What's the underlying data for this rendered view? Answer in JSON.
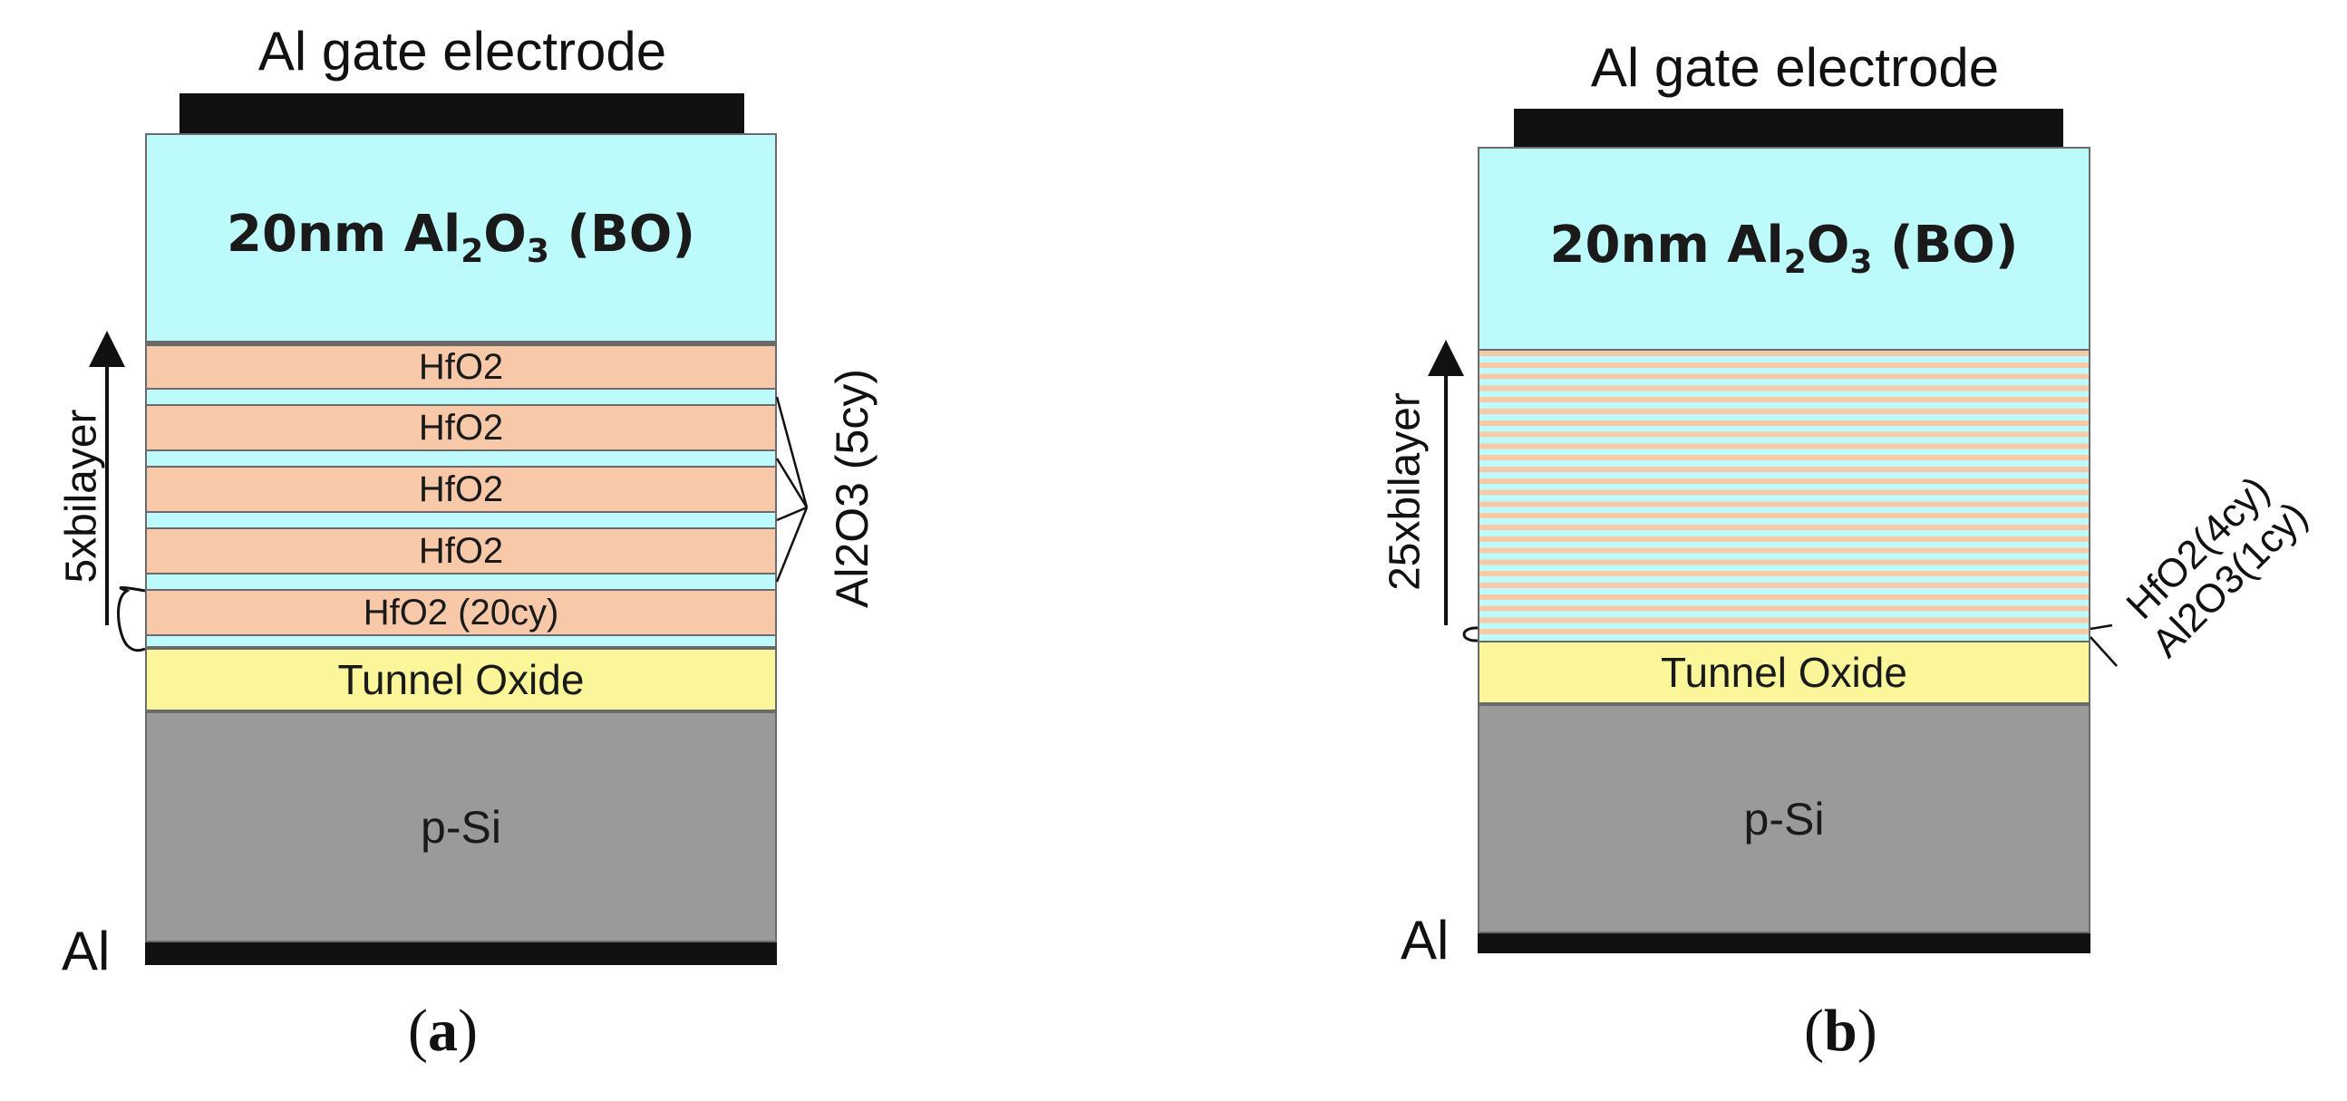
{
  "panel_a": {
    "gate_label": "Al gate electrode",
    "blocking_oxide": {
      "prefix": "20nm Al",
      "sub1": "2",
      "mid": "O",
      "sub2": "3",
      "suffix": " (BO)"
    },
    "hfo2_layers": [
      "HfO2",
      "HfO2",
      "HfO2",
      "HfO2",
      "HfO2 (20cy)"
    ],
    "al2o3_label": "Al2O3 (5cy)",
    "bilayer_label": "5xbilayer",
    "tunnel_label": "Tunnel Oxide",
    "substrate_label": "p-Si",
    "back_contact_label": "Al",
    "caption": {
      "open": "(",
      "letter": "a",
      "close": ")"
    }
  },
  "panel_b": {
    "gate_label": "Al gate electrode",
    "blocking_oxide": {
      "prefix": "20nm Al",
      "sub1": "2",
      "mid": "O",
      "sub2": "3",
      "suffix": " (BO)"
    },
    "bilayer_label": "25xbilayer",
    "hfo2_label": "HfO2(4cy)",
    "al2o3_label": "Al2O3(1cy)",
    "tunnel_label": "Tunnel Oxide",
    "substrate_label": "p-Si",
    "back_contact_label": "Al",
    "caption": {
      "open": "(",
      "letter": "b",
      "close": ")"
    }
  },
  "colors": {
    "blocking_oxide": "#bdfafc",
    "hfo2": "#f8c9a8",
    "al2o3": "#bdfafc",
    "tunnel_oxide": "#fbf69a",
    "substrate": "#9a9a9a",
    "electrode": "#111111"
  }
}
